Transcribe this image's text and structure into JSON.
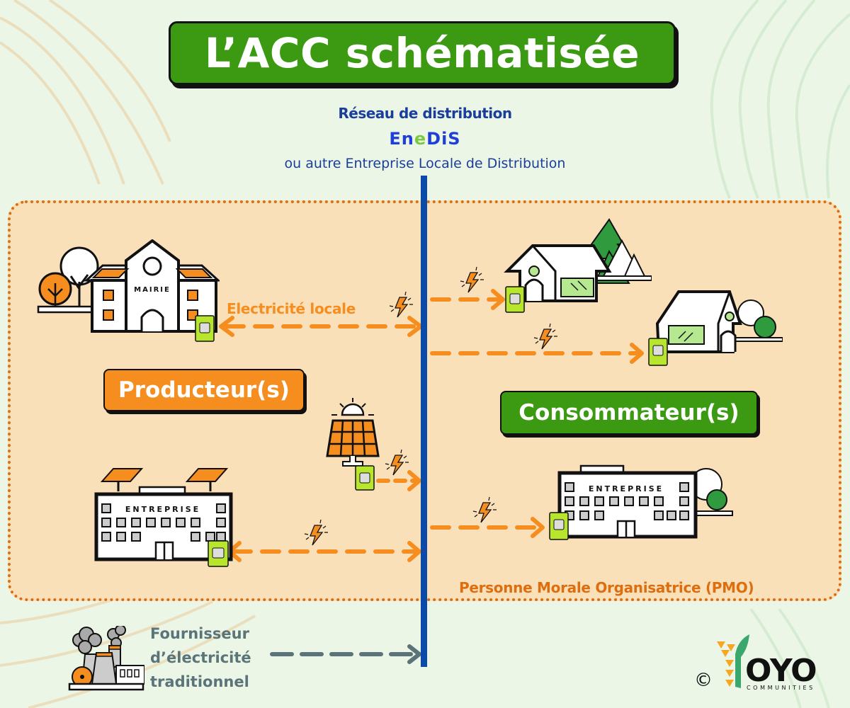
{
  "title": "L’ACC schématisée",
  "network": {
    "heading": "Réseau de distribution",
    "logo": {
      "part1": "En",
      "part2": "e",
      "part3": "DiS",
      "full": "ENEDIS",
      "color_blue": "#1f3fd8",
      "color_green": "#7ac943"
    },
    "subtitle": "ou autre Entreprise Locale de Distribution"
  },
  "producers": {
    "label": "Producteur(s)",
    "color": "#f58e1f",
    "items": [
      {
        "name": "MAIRIE",
        "type": "town-hall",
        "meter": "Linky",
        "flow": "bidirectional"
      },
      {
        "name": "solar-panel",
        "type": "solar-panel",
        "meter": "Linky",
        "flow": "to-grid"
      },
      {
        "name": "ENTREPRISE",
        "type": "company",
        "meter": "Linky",
        "flow": "bidirectional"
      }
    ]
  },
  "consumers": {
    "label": "Consommateur(s)",
    "color": "#3b9a12",
    "items": [
      {
        "name": "house-1",
        "type": "house",
        "meter": "Linky"
      },
      {
        "name": "house-2",
        "type": "house",
        "meter": "Linky"
      },
      {
        "name": "ENTREPRISE",
        "type": "company",
        "meter": "Linky"
      }
    ]
  },
  "flow_label": "Electricité locale",
  "pmo_label": "Personne Morale Organisatrice (PMO)",
  "supplier": {
    "lines": [
      "Fournisseur",
      "d’électricité",
      "traditionnel"
    ]
  },
  "branding": {
    "copyright": "©",
    "logo": "OYO",
    "tagline": "COMMUNITIES"
  },
  "colors": {
    "background": "#ecf6e6",
    "frame_fill": "#fae0b9",
    "frame_border": "#dd6e10",
    "grid_line": "#0a4aa8",
    "flow_arrow": "#f58e1f",
    "supplier_arrow": "#5b7479",
    "meter": "#b8e62c"
  }
}
